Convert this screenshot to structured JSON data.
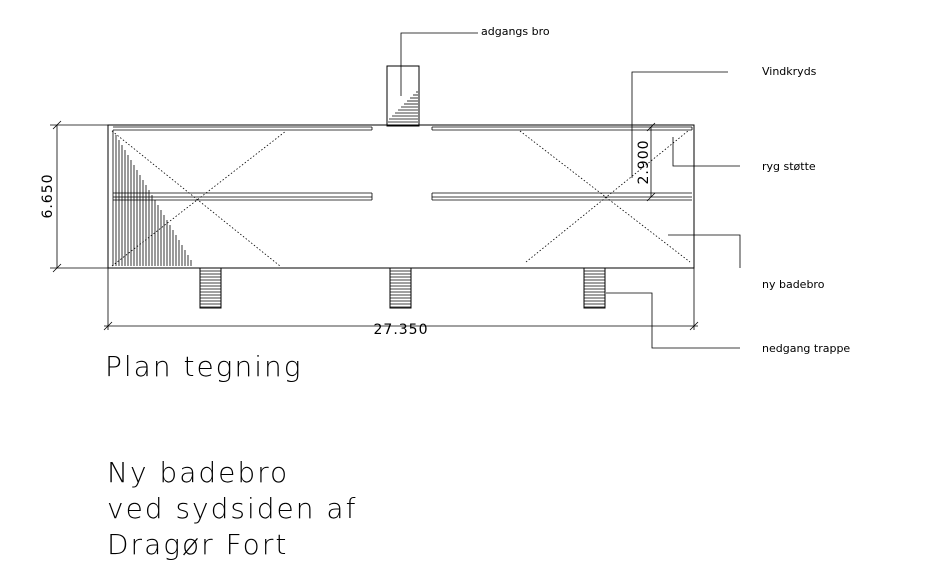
{
  "labels": {
    "adgangs_bro": "adgangs bro",
    "vindkryds": "Vindkryds",
    "ryg_stotte": "ryg støtte",
    "ny_badebro": "ny badebro",
    "nedgang_trappe": "nedgang trappe"
  },
  "dimensions": {
    "height": "6.650",
    "width": "27.350",
    "spacing": "2.900"
  },
  "title": {
    "plan": "Plan tegning",
    "line1": "Ny badebro",
    "line2": "ved sydsiden af",
    "line3": "Dragør Fort"
  }
}
